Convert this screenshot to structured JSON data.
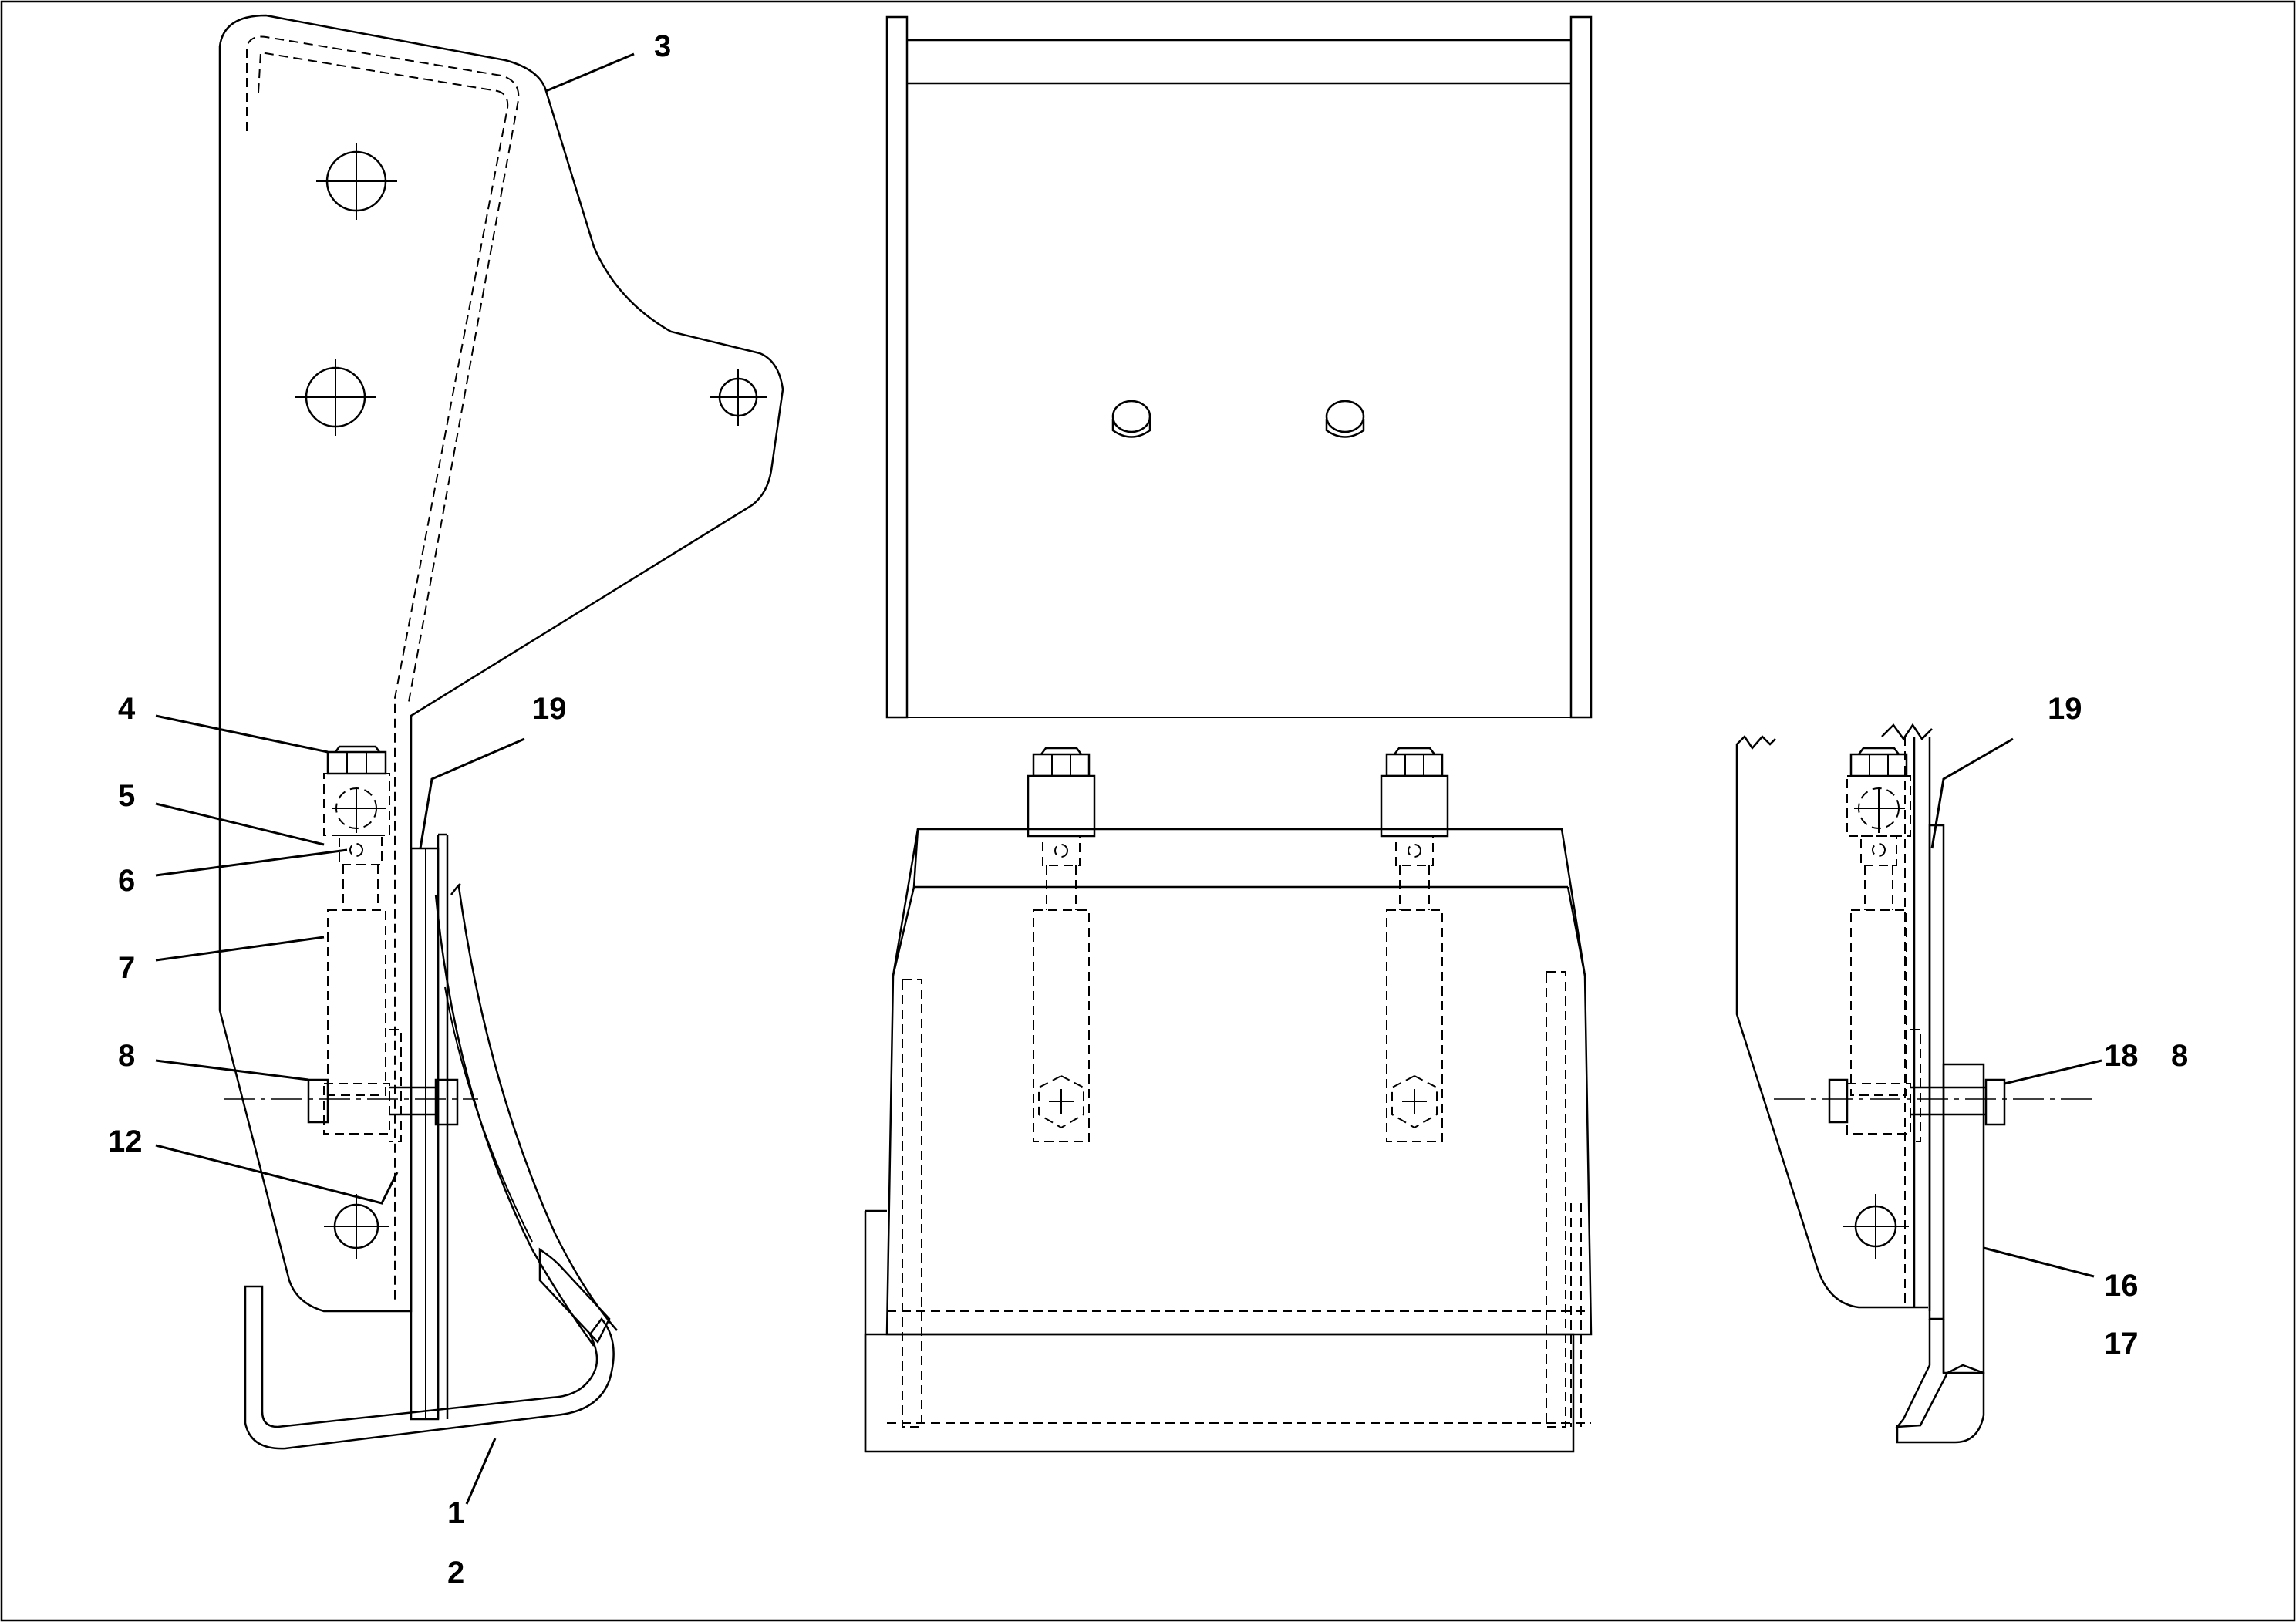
{
  "callouts": {
    "c1": "1",
    "c2": "2",
    "c3": "3",
    "c4": "4",
    "c5": "5",
    "c6": "6",
    "c7": "7",
    "c8_left": "8",
    "c12": "12",
    "c19_left": "19",
    "c19_right": "19",
    "c18": "18",
    "c8_right": "8",
    "c16": "16",
    "c17": "17"
  },
  "colors": {
    "line": "#000000",
    "background": "#ffffff"
  }
}
